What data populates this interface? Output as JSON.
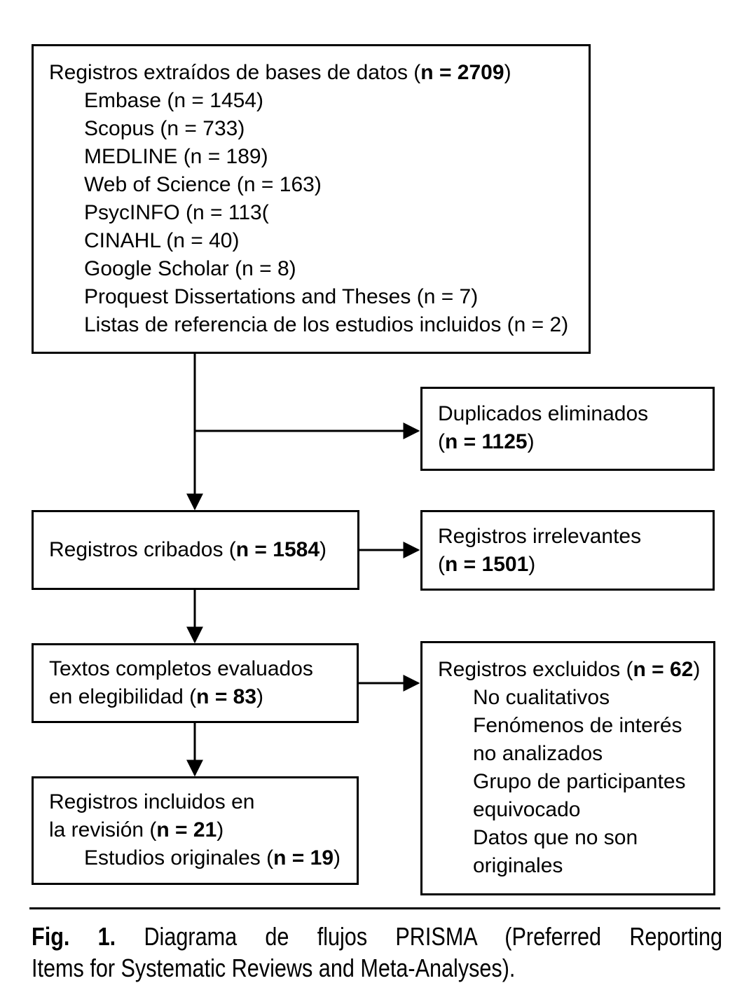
{
  "figure": {
    "boxes": {
      "identification": {
        "title_pre": "Registros extraídos de bases de datos (",
        "title_bold": "n = 2709",
        "title_post": ")",
        "items": [
          "Embase (n = 1454)",
          "Scopus (n = 733)",
          "MEDLINE (n = 189)",
          "Web of Science (n = 163)",
          "PsycINFO (n = 113(",
          "CINAHL (n = 40)",
          "Google Scholar (n = 8)",
          "Proquest Dissertations and Theses (n = 7)",
          "Listas de referencia de los estudios incluidos (n = 2)"
        ]
      },
      "duplicates": {
        "line1": "Duplicados eliminados",
        "line2_pre": "(",
        "line2_bold": "n = 1125",
        "line2_post": ")"
      },
      "screening": {
        "pre": "Registros cribados (",
        "bold": "n = 1584",
        "post": ")"
      },
      "irrelevant": {
        "line1": "Registros irrelevantes",
        "line2_pre": "(",
        "line2_bold": "n = 1501",
        "line2_post": ")"
      },
      "eligibility": {
        "line1": "Textos completos evaluados",
        "line2_pre": "en elegibilidad (",
        "line2_bold": "n = 83",
        "line2_post": ")"
      },
      "excluded": {
        "title_pre": "Registros excluidos (",
        "title_bold": "n = 62",
        "title_post": ")",
        "reason_lines": [
          "No cualitativos",
          "Fenómenos de interés",
          "no analizados",
          "Grupo de participantes",
          "equivocado",
          "Datos que no son",
          "originales"
        ]
      },
      "included": {
        "line1": "Registros incluidos en",
        "line2_pre": "la revisión (",
        "line2_bold": "n = 21",
        "line2_post": ")",
        "line3_pre": "Estudios originales (",
        "line3_bold": "n = 19",
        "line3_post": ")"
      }
    },
    "caption": {
      "fig_label": "Fig. 1.",
      "line1_rest": "Diagrama de flujos PRISMA (Preferred Reporting",
      "line2": "Items for Systematic Reviews and Meta-Analyses)."
    },
    "colors": {
      "ink": "#000000",
      "background": "#ffffff"
    }
  }
}
